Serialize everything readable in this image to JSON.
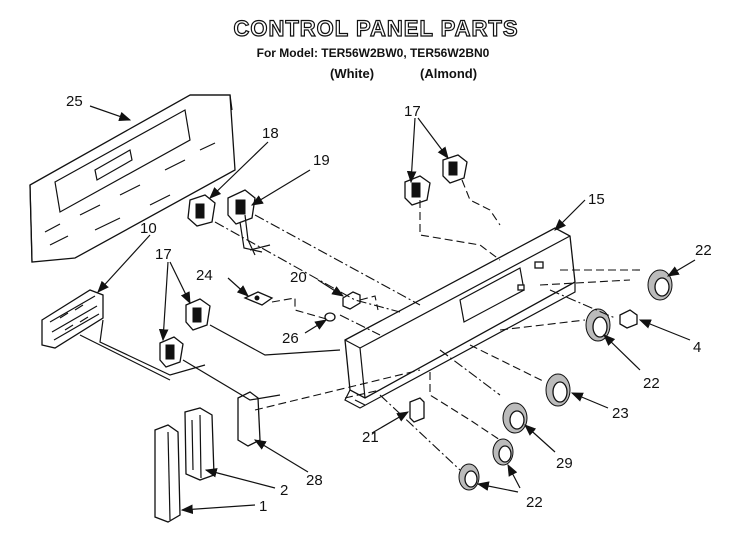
{
  "title": "CONTROL PANEL PARTS",
  "model_line": "For Model: TER56W2BW0, TER56W2BN0",
  "variants": [
    "(White)",
    "(Almond)"
  ],
  "callouts": {
    "c25": "25",
    "c18": "18",
    "c19": "19",
    "c17a": "17",
    "c15": "15",
    "c10": "10",
    "c17b": "17",
    "c24": "24",
    "c20": "20",
    "c26": "26",
    "c22a": "22",
    "c4": "4",
    "c22b": "22",
    "c23": "23",
    "c21": "21",
    "c29": "29",
    "c28": "28",
    "c2": "2",
    "c1": "1",
    "c22c": "22"
  }
}
